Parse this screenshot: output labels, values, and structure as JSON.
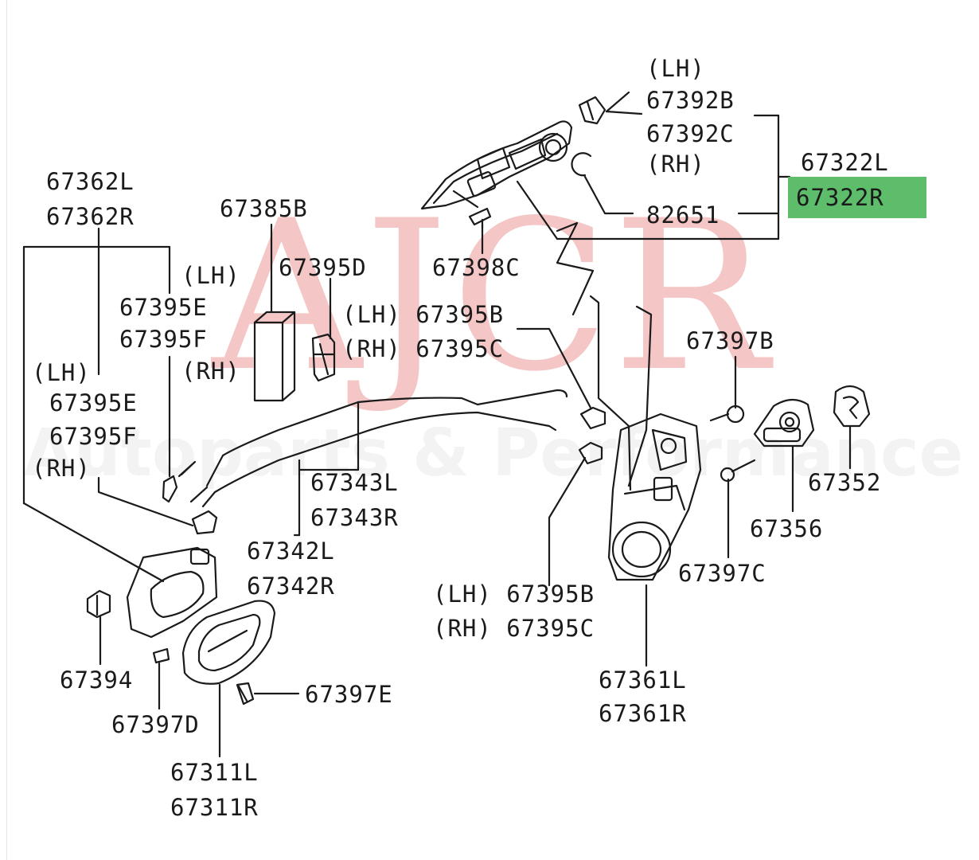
{
  "watermark": {
    "logo": "AJCR",
    "tagline": "Autoparts & Performance"
  },
  "colors": {
    "highlight": "#5dbd6b",
    "line": "#1a1a1a",
    "watermark_logo": "#f4c6c6",
    "watermark_tagline": "#f3f3f3"
  },
  "callouts": {
    "lh_67392": "(LH)",
    "p67392B": "67392B",
    "p67392C": "67392C",
    "rh_67392": "(RH)",
    "p67322L": "67322L",
    "p67322R": "67322R",
    "p82651": "82651",
    "p67398C": "67398C",
    "p67362L": "67362L",
    "p67362R": "67362R",
    "p67385B": "67385B",
    "p67395D": "67395D",
    "lh_a": "(LH)",
    "p67395E_a": "67395E",
    "p67395F_a": "67395F",
    "rh_a": "(RH)",
    "lh_67395B_top": "(LH) 67395B",
    "rh_67395C_top": "(RH) 67395C",
    "p67397B": "67397B",
    "lh_b": "(LH)",
    "p67395E_b": "67395E",
    "p67395F_b": "67395F",
    "rh_b": "(RH)",
    "p67343L": "67343L",
    "p67343R": "67343R",
    "p67352": "67352",
    "p67342L": "67342L",
    "p67342R": "67342R",
    "p67356": "67356",
    "p67397C": "67397C",
    "lh_67395B_bot": "(LH) 67395B",
    "rh_67395C_bot": "(RH) 67395C",
    "p67394": "67394",
    "p67361L": "67361L",
    "p67361R": "67361R",
    "p67397E": "67397E",
    "p67397D": "67397D",
    "p67311L": "67311L",
    "p67311R": "67311R"
  }
}
